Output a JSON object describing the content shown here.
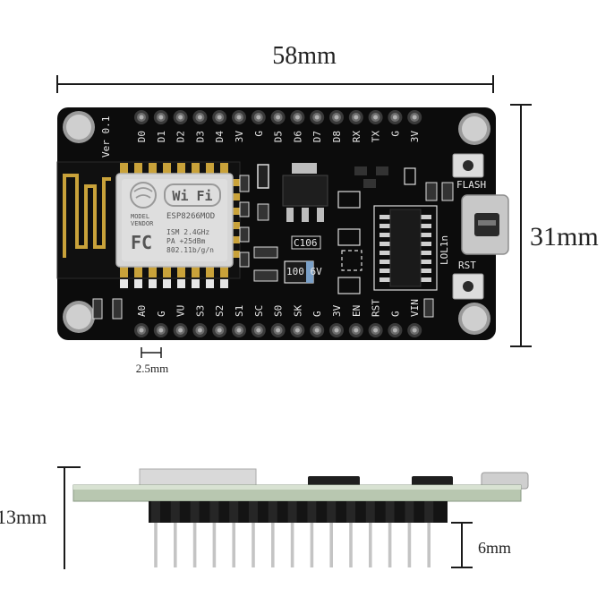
{
  "dimensions": {
    "width": "58mm",
    "height": "31mm",
    "pitch": "2.5mm",
    "thickness": "13mm",
    "pin_length": "6mm"
  },
  "board": {
    "version": "Ver 0.1",
    "top_pins": [
      "D0",
      "D1",
      "D2",
      "D3",
      "D4",
      "3V",
      "G",
      "D5",
      "D6",
      "D7",
      "D8",
      "RX",
      "TX",
      "G",
      "3V"
    ],
    "bottom_pins": [
      "A0",
      "G",
      "VU",
      "S3",
      "S2",
      "S1",
      "SC",
      "S0",
      "SK",
      "G",
      "3V",
      "EN",
      "RST",
      "G",
      "VIN"
    ],
    "flash_label": "FLASH",
    "rst_label": "RST",
    "board_name": "LOL1n",
    "cap_label": "C106",
    "cap_value": "100 6V",
    "module": {
      "wifi": "Wi Fi",
      "model": "MODEL",
      "vendor": "VENDOR",
      "fc": "FC",
      "chip": "ESP8266MOD",
      "ism": "ISM 2.4GHz",
      "pa": "PA  +25dBm",
      "std": "802.11b/g/n"
    }
  },
  "colors": {
    "pcb": "#0c0c0c",
    "silk": "#e8e8e8",
    "gold": "#c9a23a",
    "shield": "#d6d6d6",
    "dim_line": "#1a1a1a"
  }
}
